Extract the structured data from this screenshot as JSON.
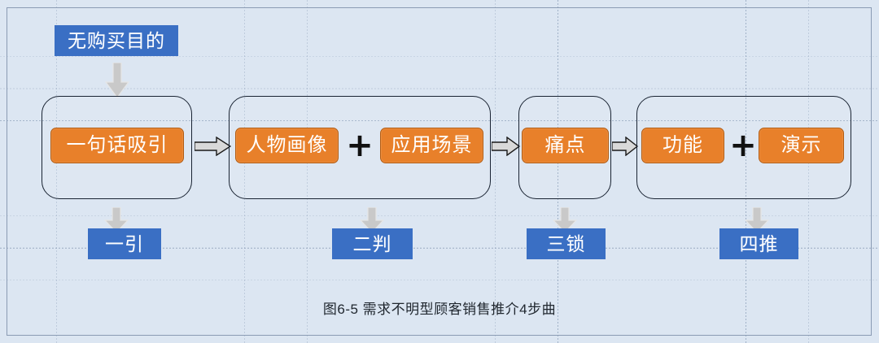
{
  "diagram": {
    "caption": "图6-5 需求不明型顾客销售推介4步曲",
    "colors": {
      "background": "#dce6f2",
      "blue_chip": "#3a6fc4",
      "orange_chip": "#e8802a",
      "orange_border": "#b35c12",
      "group_border": "#1a2433",
      "arrow_fill": "#c8c8c8",
      "grid_line": "#a8b7cb"
    },
    "entry": {
      "label": "无购买目的",
      "arrow": "down-arrow"
    },
    "steps": [
      {
        "id": "step-1",
        "items": [
          "一句话吸引"
        ],
        "connector_after": "right-arrow",
        "down_arrow": "down-arrow",
        "result_label": "一引"
      },
      {
        "id": "step-2",
        "items": [
          "人物画像",
          "应用场景"
        ],
        "joiner": "+",
        "connector_after": "right-arrow",
        "down_arrow": "down-arrow",
        "result_label": "二判"
      },
      {
        "id": "step-3",
        "items": [
          "痛点"
        ],
        "connector_after": "right-arrow",
        "down_arrow": "down-arrow",
        "result_label": "三锁"
      },
      {
        "id": "step-4",
        "items": [
          "功能",
          "演示"
        ],
        "joiner": "+",
        "connector_after": null,
        "down_arrow": "down-arrow",
        "result_label": "四推"
      }
    ]
  }
}
